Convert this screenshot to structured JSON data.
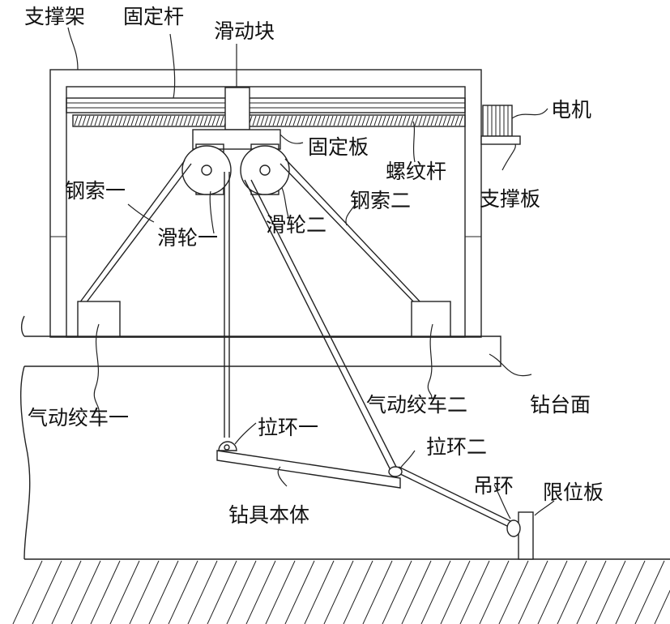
{
  "labels": {
    "support_frame": "支撑架",
    "fixed_rod": "固定杆",
    "slide_block": "滑动块",
    "motor": "电机",
    "fixed_plate": "固定板",
    "screw_rod": "螺纹杆",
    "support_plate": "支撑板",
    "cable_one": "钢索一",
    "cable_two": "钢索二",
    "pulley_one": "滑轮一",
    "pulley_two": "滑轮二",
    "winch_one": "气动绞车一",
    "winch_two": "气动绞车二",
    "drill_floor": "钻台面",
    "pull_ring_one": "拉环一",
    "pull_ring_two": "拉环二",
    "lifting_ring": "吊环",
    "limit_plate": "限位板",
    "drill_body": "钻具本体"
  },
  "colors": {
    "line": "#222222",
    "background": "#ffffff",
    "text": "#111111"
  }
}
